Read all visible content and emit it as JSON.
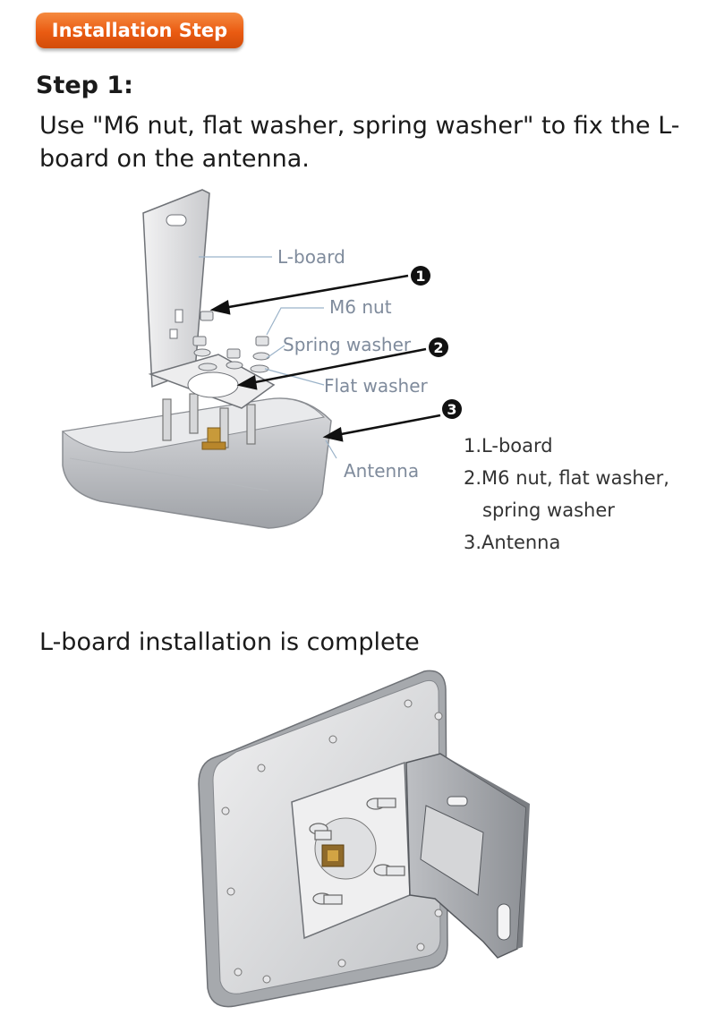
{
  "badge": {
    "label": "Installation Step"
  },
  "step": {
    "title": "Step 1:",
    "instruction": "Use \"M6 nut, flat washer, spring washer\" to fix the L-board on the antenna."
  },
  "callouts": {
    "l_board": "L-board",
    "m6_nut": "M6 nut",
    "spring_washer": "Spring washer",
    "flat_washer": "Flat washer",
    "antenna": "Antenna"
  },
  "markers": [
    "1",
    "2",
    "3"
  ],
  "legend": {
    "item1": "1.L-board",
    "item2_line1": "2.M6 nut, flat washer,",
    "item2_line2": "spring washer",
    "item3": "3.Antenna"
  },
  "complete": {
    "title": "L-board installation is complete"
  }
}
